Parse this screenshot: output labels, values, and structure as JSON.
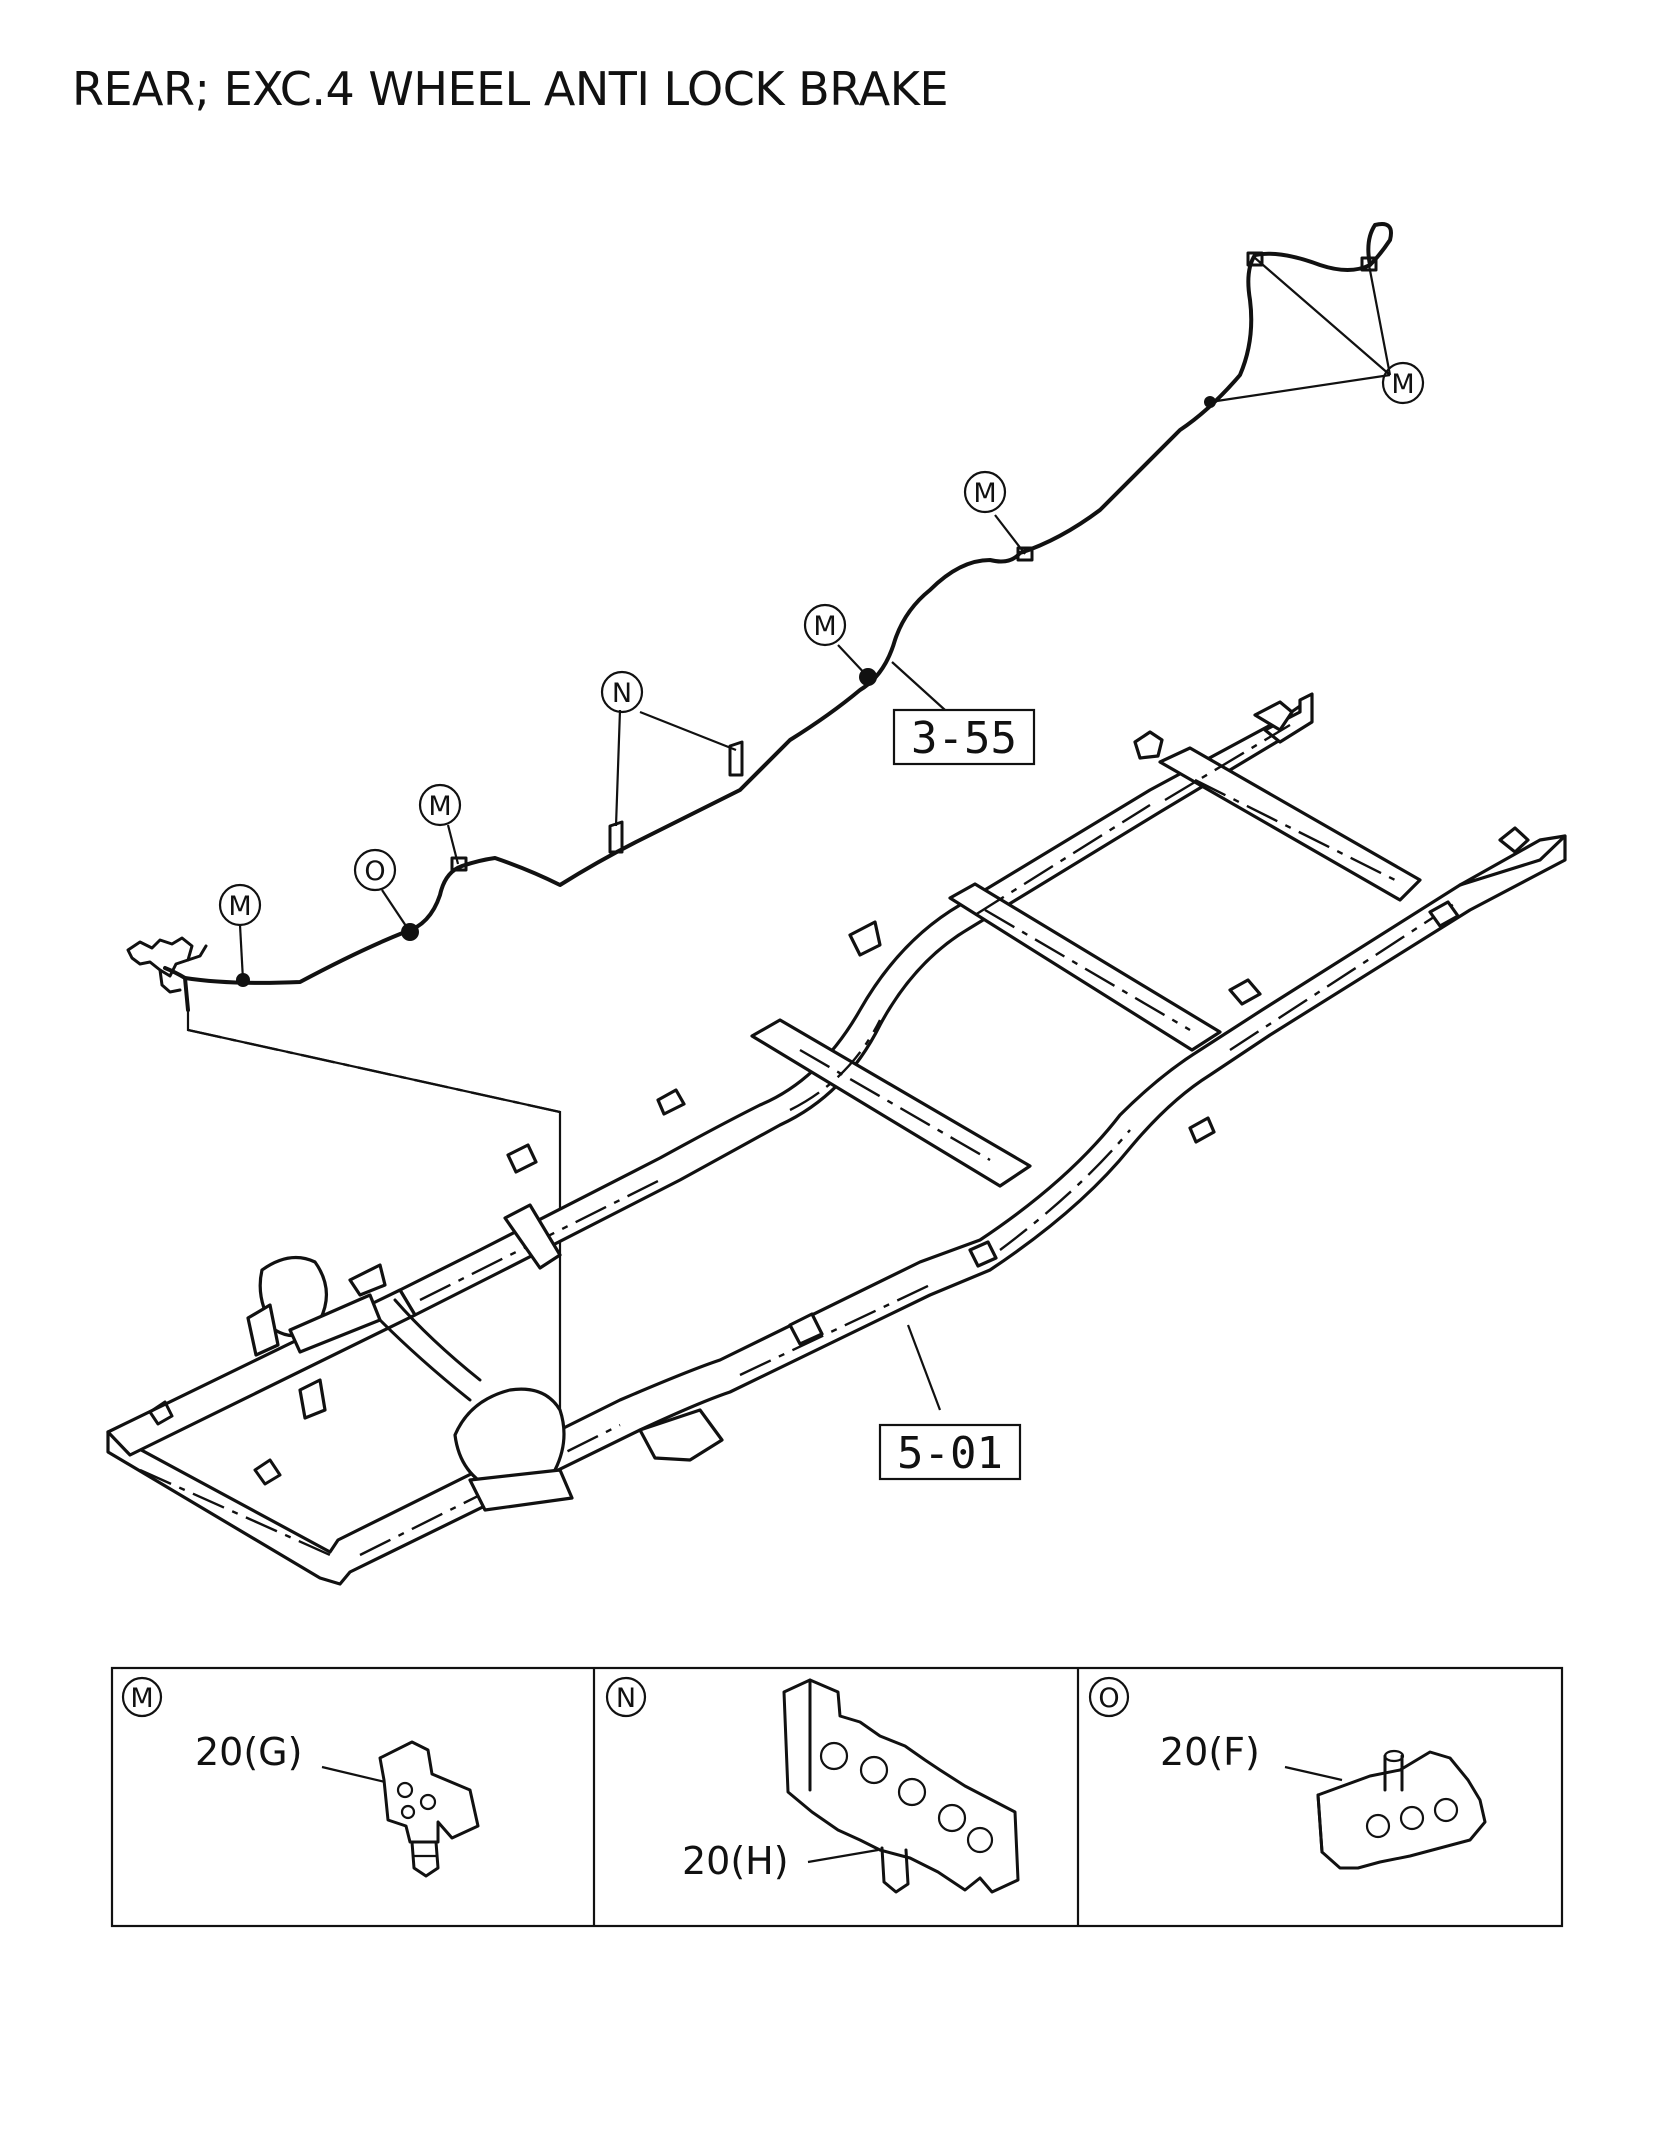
{
  "title": "REAR; EXC.4 WHEEL ANTI LOCK BRAKE",
  "callouts": {
    "m1": "M",
    "m2": "M",
    "m3": "M",
    "m4": "M",
    "m5": "M",
    "n1": "N",
    "o1": "O"
  },
  "references": {
    "pipe": "3-55",
    "frame": "5-01"
  },
  "details": [
    {
      "key": "M",
      "part": "20(G)"
    },
    {
      "key": "N",
      "part": "20(H)"
    },
    {
      "key": "O",
      "part": "20(F)"
    }
  ]
}
